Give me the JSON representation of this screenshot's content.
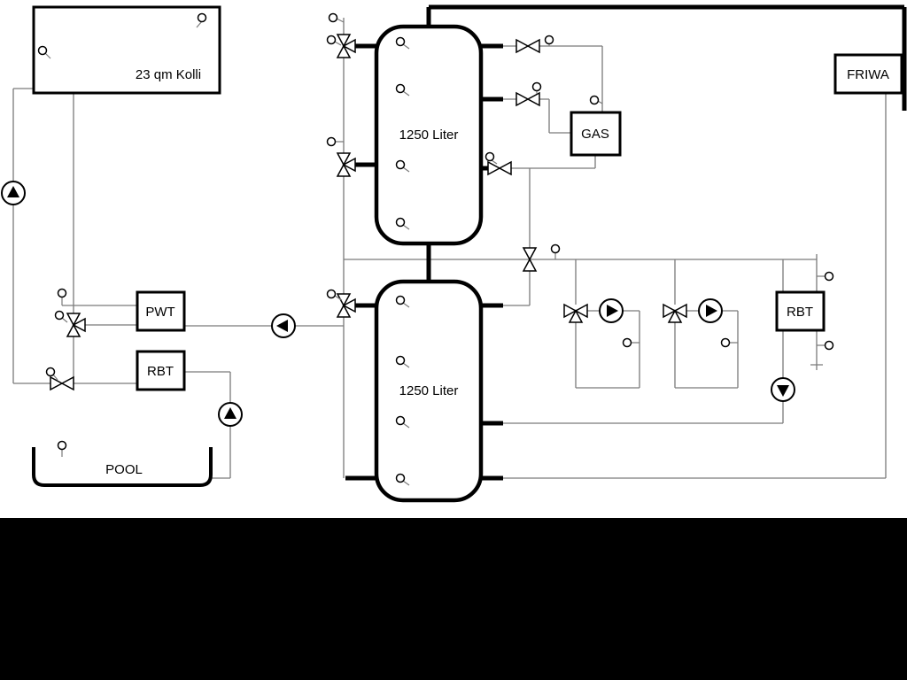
{
  "labels": {
    "collector": "23 qm Kolli",
    "tank_top": "1250 Liter",
    "tank_bottom": "1250 Liter",
    "gas": "GAS",
    "friwa": "FRIWA",
    "pwt": "PWT",
    "rbt_left": "RBT",
    "rbt_right": "RBT",
    "pool": "POOL"
  },
  "colors": {
    "background": "#ffffff",
    "bottom_bar": "#000000",
    "pipe_gray": "#7a7a7a",
    "outline_black": "#000000",
    "component_fill": "#ffffff"
  }
}
